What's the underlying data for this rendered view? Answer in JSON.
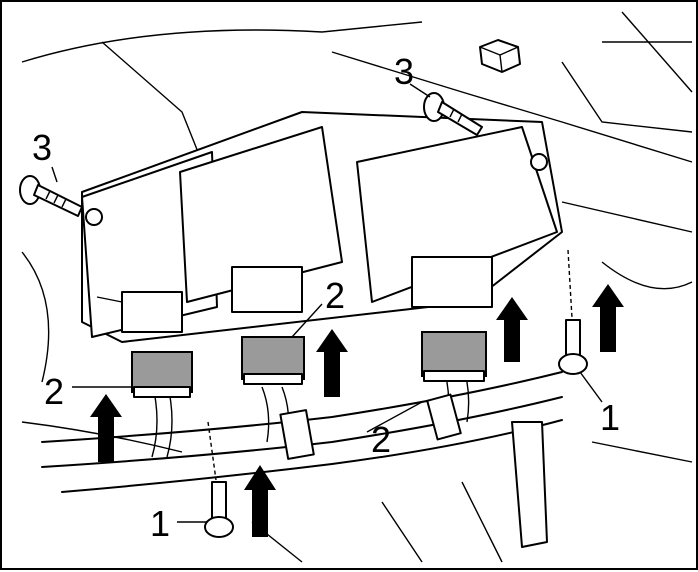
{
  "callouts": {
    "c3_left": "3",
    "c3_top": "3",
    "c2_left": "2",
    "c2_mid": "2",
    "c2_bottom": "2",
    "c1_bottom": "1",
    "c1_right": "1"
  },
  "colors": {
    "line": "#000000",
    "connector_fill": "#9a9a9a",
    "background": "#ffffff"
  }
}
